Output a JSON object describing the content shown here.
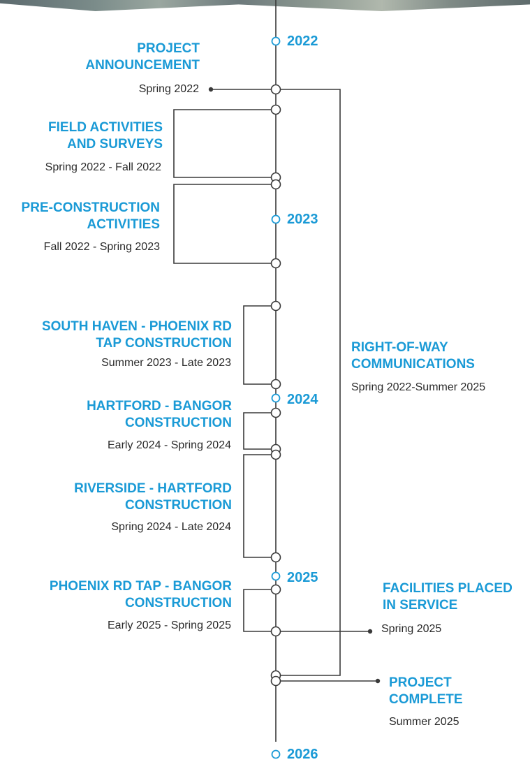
{
  "years": {
    "y2022": "2022",
    "y2023": "2023",
    "y2024": "2024",
    "y2025": "2025",
    "y2026": "2026"
  },
  "milestones": {
    "announcement": {
      "title_line1": "PROJECT",
      "title_line2": "ANNOUNCEMENT",
      "date": "Spring 2022"
    },
    "field": {
      "title_line1": "FIELD ACTIVITIES",
      "title_line2": "AND SURVEYS",
      "date": "Spring 2022 - Fall 2022"
    },
    "preconstruction": {
      "title_line1": "PRE-CONSTRUCTION",
      "title_line2": "ACTIVITIES",
      "date": "Fall 2022 - Spring 2023"
    },
    "south_haven": {
      "title_line1": "SOUTH HAVEN - PHOENIX RD",
      "title_line2": "TAP CONSTRUCTION",
      "date": "Summer 2023 - Late 2023"
    },
    "hartford_bangor": {
      "title_line1": "HARTFORD - BANGOR",
      "title_line2": "CONSTRUCTION",
      "date": "Early 2024 - Spring 2024"
    },
    "riverside_hartford": {
      "title_line1": "RIVERSIDE - HARTFORD",
      "title_line2": "CONSTRUCTION",
      "date": "Spring 2024 - Late 2024"
    },
    "phoenix_bangor": {
      "title_line1": "PHOENIX RD TAP - BANGOR",
      "title_line2": "CONSTRUCTION",
      "date": "Early 2025 - Spring 2025"
    },
    "right_of_way": {
      "title_line1": "RIGHT-OF-WAY",
      "title_line2": "COMMUNICATIONS",
      "date": "Spring 2022-Summer 2025"
    },
    "facilities": {
      "title_line1": "FACILITIES PLACED",
      "title_line2": "IN SERVICE",
      "date": "Spring 2025"
    },
    "complete": {
      "title_line1": "PROJECT",
      "title_line2": "COMPLETE",
      "date": "Summer 2025"
    }
  },
  "colors": {
    "accent": "#1a9ad6",
    "line": "#3a3a3a",
    "text": "#2a2a2a"
  }
}
